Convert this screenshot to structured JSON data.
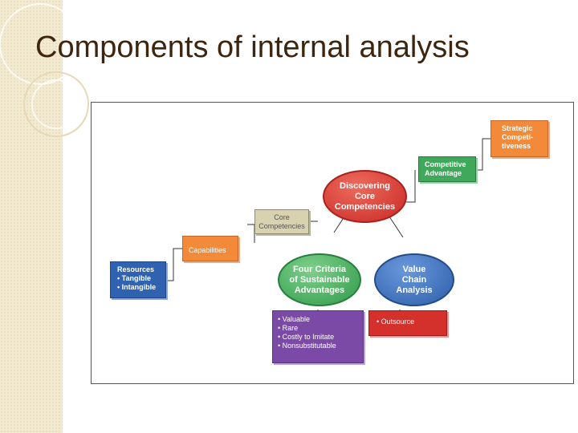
{
  "slide": {
    "title": "Components of internal analysis"
  },
  "diagram": {
    "strategic_competitiveness": [
      "Strategic",
      "Competi-",
      "tiveness"
    ],
    "competitive_advantage": [
      "Competitive",
      "Advantage"
    ],
    "discovering_core_competencies": [
      "Discovering",
      "Core",
      "Competencies"
    ],
    "core_competencies": [
      "Core",
      "Competencies"
    ],
    "capabilities": "Capabilities",
    "resources": {
      "title": "Resources",
      "items": [
        "Tangible",
        "Intangible"
      ]
    },
    "four_criteria": [
      "Four Criteria",
      "of Sustainable",
      "Advantages"
    ],
    "value_chain": [
      "Value",
      "Chain",
      "Analysis"
    ],
    "criteria_list": [
      "Valuable",
      "Rare",
      "Costly to Imitate",
      "Nonsubstitutable"
    ],
    "outsource": "Outsource",
    "colors": {
      "orange": "#f28a3a",
      "green": "#3fa85a",
      "red": "#d4312d",
      "blue": "#2f63b2",
      "purple": "#7b4aa6",
      "tan": "#d9d2b0"
    }
  }
}
